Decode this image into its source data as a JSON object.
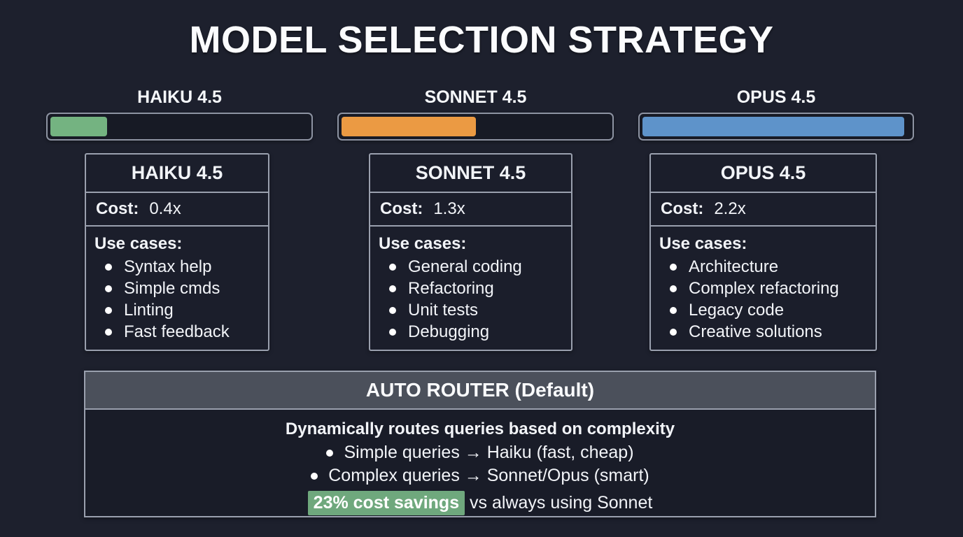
{
  "title": "MODEL SELECTION STRATEGY",
  "models": [
    {
      "name": "HAIKU 4.5",
      "bar_color": "#74b381",
      "bar_fill_pct": 22,
      "cost_label": "Cost:",
      "cost_value": "0.4x",
      "use_cases_label": "Use cases:",
      "use_cases": [
        "Syntax help",
        "Simple cmds",
        "Linting",
        "Fast feedback"
      ]
    },
    {
      "name": "SONNET 4.5",
      "bar_color": "#eb9a43",
      "bar_fill_pct": 50,
      "cost_label": "Cost:",
      "cost_value": "1.3x",
      "use_cases_label": "Use cases:",
      "use_cases": [
        "General coding",
        "Refactoring",
        "Unit tests",
        "Debugging"
      ]
    },
    {
      "name": "OPUS 4.5",
      "bar_color": "#5e93ca",
      "bar_fill_pct": 98,
      "cost_label": "Cost:",
      "cost_value": "2.2x",
      "use_cases_label": "Use cases:",
      "use_cases": [
        "Architecture",
        "Complex refactoring",
        "Legacy code",
        "Creative solutions"
      ]
    }
  ],
  "auto_router": {
    "header": "AUTO ROUTER (Default)",
    "description": "Dynamically routes queries based on complexity",
    "bullets": [
      "Simple queries → Haiku (fast, cheap)",
      "Complex queries → Sonnet/Opus (smart)"
    ],
    "savings_highlight": "23% cost savings",
    "savings_rest": " vs always using Sonnet",
    "highlight_color": "#6fa87d"
  },
  "colors": {
    "background": "#1d202d",
    "panel_border": "#9aa0ae",
    "router_header_bg": "#4b505b",
    "haiku_green": "#74b381",
    "sonnet_orange": "#eb9a43",
    "opus_blue": "#5e93ca",
    "savings_green": "#6fa87d"
  }
}
